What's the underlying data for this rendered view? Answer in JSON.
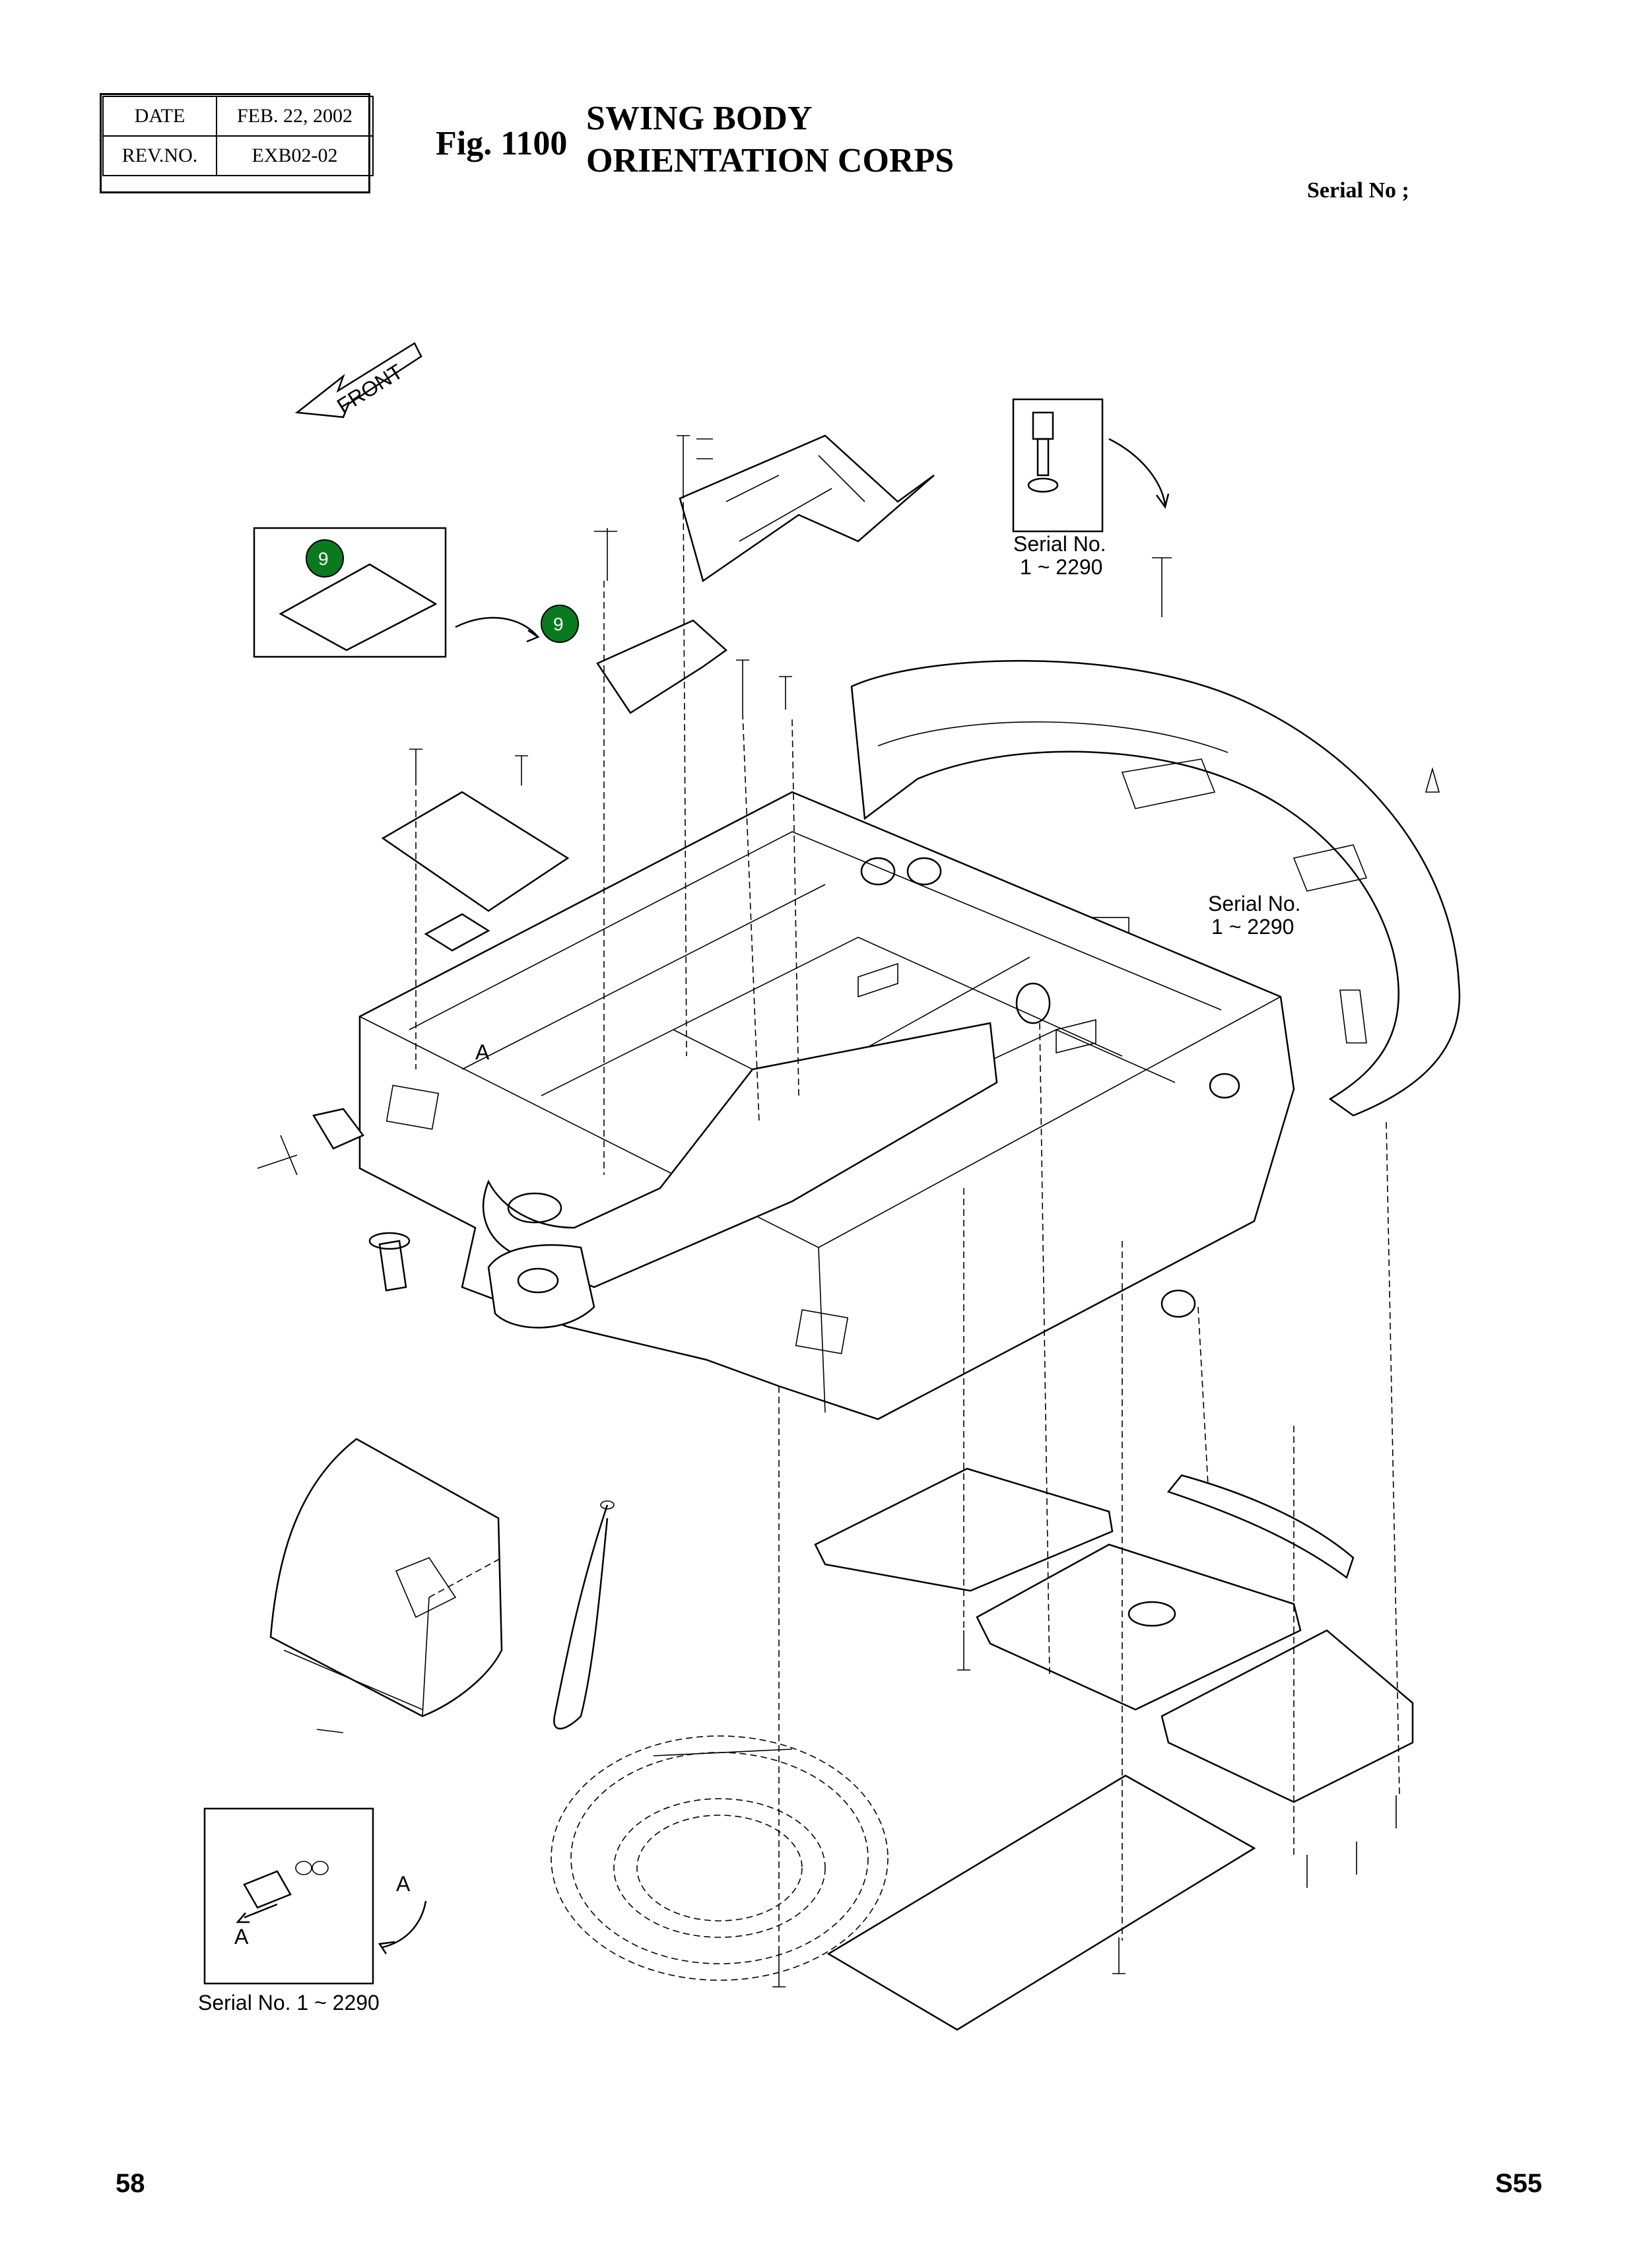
{
  "header": {
    "date_label": "DATE",
    "date_value": "FEB. 22, 2002",
    "rev_label": "REV.NO.",
    "rev_value": "EXB02-02"
  },
  "figure": {
    "number": "Fig. 1100",
    "title_en": "SWING BODY",
    "title_fr": "ORIENTATION CORPS",
    "serial_label": "Serial No ;"
  },
  "diagram": {
    "front_arrow_text": "FRONT",
    "serial_note_1": "Serial No.",
    "serial_note_1_range": "1 ~ 2290",
    "serial_note_2": "Serial No.",
    "serial_note_2_range": "1 ~ 2290",
    "serial_note_3": "Serial No. 1 ~ 2290",
    "view_a_label": "A",
    "callout_number": "9",
    "callout_color": "#0a7a1e"
  },
  "footer": {
    "page_number": "58",
    "model_code": "S55"
  }
}
